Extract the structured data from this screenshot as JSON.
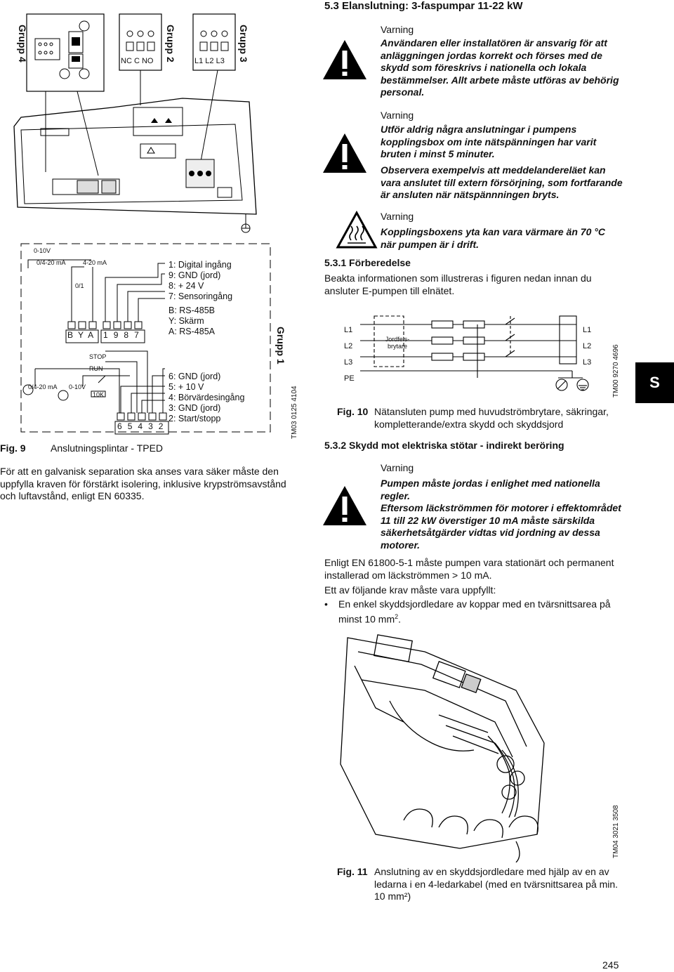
{
  "section": {
    "title": "5.3 Elanslutning: 3-faspumpar 11-22 kW"
  },
  "warnings": [
    {
      "label": "Varning",
      "text": "Användaren eller installatören är ansvarig för att anläggningen jordas korrekt och förses med de skydd som föreskrivs i nationella och lokala bestämmelser. Allt arbete måste utföras av behörig personal."
    },
    {
      "label": "Varning",
      "text": "Utför aldrig några anslutningar i pumpens kopplingsbox om inte nätspänningen har varit bruten i minst 5 minuter.",
      "text2": "Observera exempelvis att meddelandereläet kan vara anslutet till extern försörjning, som fortfarande är ansluten när nätspännningen bryts."
    },
    {
      "label": "Varning",
      "text": "Kopplingsboxens yta kan vara värmare än 70 °C när pumpen är i drift."
    }
  ],
  "subsection_531": {
    "title": "5.3.1 Förberedelse",
    "text": "Beakta informationen som illustreras i figuren nedan innan du ansluter E-pumpen till elnätet."
  },
  "fig10": {
    "labels_left": [
      "L1",
      "L2",
      "L3",
      "PE"
    ],
    "labels_right": [
      "L1",
      "L2",
      "L3"
    ],
    "breaker_label_1": "Jordfels-",
    "breaker_label_2": "brytare",
    "tm_code": "TM00 9270 4696",
    "fig_label": "Fig. 10",
    "caption": "Nätansluten pump med huvudströmbrytare, säkringar, kompletterande/extra skydd och skyddsjord"
  },
  "subsection_532": {
    "title": "5.3.2 Skydd mot elektriska stötar - indirekt beröring",
    "warning_label": "Varning",
    "warning_text1": "Pumpen måste jordas i enlighet med nationella regler.",
    "warning_text2": "Eftersom läckströmmen för motorer i effektområdet 11 till 22 kW överstiger 10 mA måste särskilda säkerhetsåtgärder vidtas vid jordning av dessa motorer.",
    "para1": "Enligt EN 61800-5-1 måste pumpen vara stationärt och permanent installerad om läckströmmen > 10 mA.",
    "para2": "Ett av följande krav måste vara uppfyllt:",
    "bullet": "En enkel skyddsjordledare av koppar med en tvärsnittsarea på minst 10 mm",
    "bullet_sup": "2",
    "bullet_end": "."
  },
  "fig11": {
    "tm_code": "TM04 3021 3508",
    "fig_label": "Fig. 11",
    "caption": "Anslutning av en skyddsjordledare med hjälp av en av ledarna i en 4-ledarkabel (med en tvärsnittsarea på min. 10 mm²)"
  },
  "fig9": {
    "groups": {
      "g4": "Grupp 4",
      "g2": "Grupp 2",
      "g3": "Grupp 3",
      "g1": "Grupp 1"
    },
    "g2_terms": "NC C NO",
    "g3_terms": "L1 L2 L3",
    "top_labels": [
      "0-10V",
      "0/4-20 mA",
      "4-20 mA",
      "0/1"
    ],
    "term_row1": [
      "B",
      "Y",
      "A",
      "1",
      "9",
      "8",
      "7"
    ],
    "term_row2": [
      "6",
      "5",
      "4",
      "3",
      "2"
    ],
    "mid_labels": [
      "STOP",
      "RUN",
      "0/4-20 mA",
      "0-10V",
      "10K"
    ],
    "desc1": [
      "1: Digital ingång",
      "9: GND (jord)",
      "8: + 24 V",
      "7: Sensoringång"
    ],
    "desc2": [
      "B: RS-485B",
      "Y: Skärm",
      "A: RS-485A"
    ],
    "desc3": [
      "6: GND (jord)",
      "5: + 10 V",
      "4: Börvärdesingång",
      "3: GND (jord)",
      "2: Start/stopp"
    ],
    "tm_code": "TM03 0125 4104",
    "fig_label": "Fig. 9",
    "caption": "Anslutningsplintar - TPED"
  },
  "left_para": "För att en galvanisk separation ska anses vara säker måste den uppfylla kraven för förstärkt isolering, inklusive krypströmsavstånd och luftavstånd, enligt EN 60335.",
  "side_tab": "S",
  "page_number": "245"
}
